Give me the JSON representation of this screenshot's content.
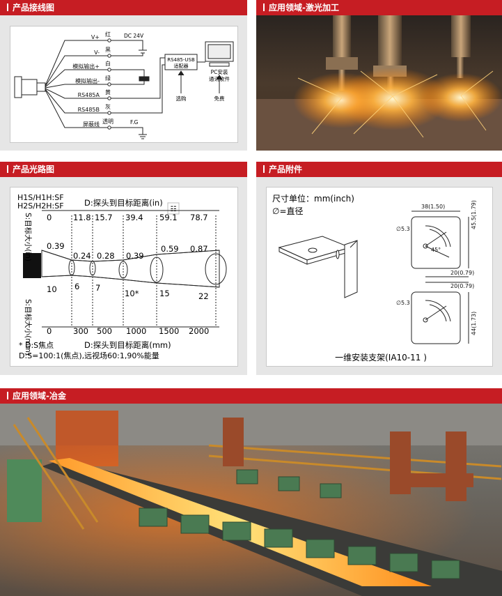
{
  "sections": {
    "wiring": "产品接线图",
    "laser": "应用领域-激光加工",
    "optics": "产品光路图",
    "accessory": "产品附件",
    "metal": "应用领域-冶金"
  },
  "wiring": {
    "wires": [
      {
        "name": "V+",
        "color": "红"
      },
      {
        "name": "V-",
        "color": "黑"
      },
      {
        "name": "模拟输出+",
        "color": "白"
      },
      {
        "name": "模拟输出-",
        "color": "绿"
      },
      {
        "name": "RS485A",
        "color": "黄"
      },
      {
        "name": "RS485B",
        "color": "灰"
      },
      {
        "name": "屏蔽线",
        "color": "透明"
      }
    ],
    "dc": "DC 24V",
    "adapter": "RS485-USB",
    "adapter2": "适配器",
    "pc1": "PC安装",
    "pc2": "通讯软件",
    "optional": "选购",
    "free": "免费",
    "fg": "F.G"
  },
  "optics": {
    "models1": "H1S/H1H:SF",
    "models2": "H2S/H2H:SF",
    "dist_in_label": "D:探头到目标距离(in)",
    "dist_in": [
      "0",
      "11.8",
      "15.7",
      "39.4",
      "59.1",
      "78.7"
    ],
    "spot_in_top": [
      "0.39",
      "0.24",
      "0.28",
      "0.39",
      "0.59",
      "0.87"
    ],
    "spot_mm": [
      "10",
      "6",
      "7",
      "10*",
      "15",
      "22"
    ],
    "dist_mm": [
      "0",
      "300",
      "500",
      "1000",
      "1500",
      "2000"
    ],
    "y_in": "S:目标大小(in)",
    "y_mm": "S:目标大小(mm)",
    "note1": "* D:S焦点",
    "dist_mm_label": "D:探头到目标距离(mm)",
    "note2": "D:S=100:1(焦点),远视场60:1,90%能量",
    "icon_glyph": "☷"
  },
  "accessory": {
    "unit": "尺寸单位：mm(inch)",
    "diam": "∅=直径",
    "dims": [
      "38(1.50)",
      "45.5(1.79)",
      "20(0.79)",
      "20(0.79)",
      "44(1.73)",
      "∅5.3",
      "∅5.3",
      "45°"
    ],
    "caption": "一维安装支架(IA10-11 )"
  }
}
